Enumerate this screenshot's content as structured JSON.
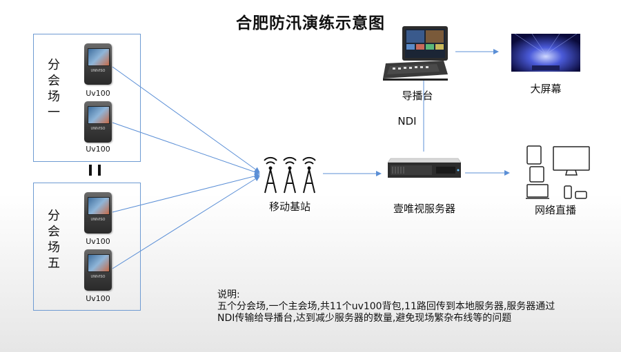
{
  "title": "合肥防汛演练示意图",
  "venues": [
    {
      "label": [
        "分",
        "会",
        "场",
        "一"
      ],
      "devices": [
        "Uv100",
        "Uv100"
      ]
    },
    {
      "label": [
        "分",
        "会",
        "场",
        "五"
      ],
      "devices": [
        "Uv100",
        "Uv100"
      ]
    }
  ],
  "nodes": {
    "base_station": "移动基站",
    "server": "壹唯视服务器",
    "switcher": "导播台",
    "big_screen": "大屏幕",
    "live_stream": "网络直播",
    "ndi": "NDI"
  },
  "note": {
    "heading": "说明:",
    "line1": "五个分会场,一个主会场,共11个uv100背包,11路回传到本地服务器,服务器通过",
    "line2": "NDI传输给导播台,达到减少服务器的数量,避免现场繁杂布线等的问题"
  },
  "colors": {
    "line": "#5b8fd6",
    "box_border": "#6d9ad2"
  },
  "icons": [
    "device-icon",
    "antenna-icon",
    "server-icon",
    "switcher-icon",
    "screen-icon",
    "devices-icon"
  ]
}
